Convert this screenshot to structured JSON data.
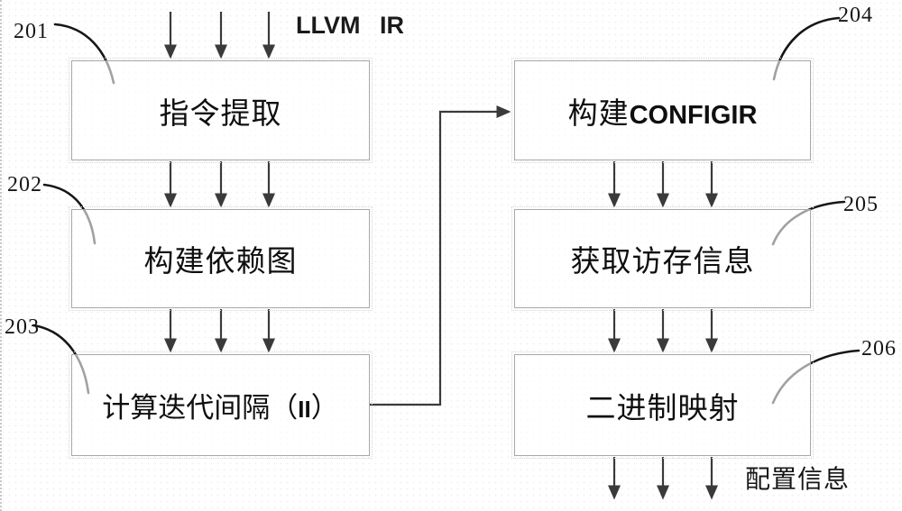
{
  "figure": {
    "input_label": "LLVM IR",
    "output_label": "配置信息",
    "boxes": [
      {
        "ref": "201",
        "label": "指令提取"
      },
      {
        "ref": "202",
        "label": "构建依赖图"
      },
      {
        "ref": "203",
        "label_prefix": "计算迭代间隔（",
        "label_bold": "II",
        "label_suffix": "）"
      },
      {
        "ref": "204",
        "label_prefix": "构建",
        "label_bold": "CONFIGIR",
        "label_suffix": ""
      },
      {
        "ref": "205",
        "label": "获取访存信息"
      },
      {
        "ref": "206",
        "label": "二进制映射"
      }
    ]
  },
  "colors": {
    "background": "#ffffff",
    "line": "#3a3a3a",
    "leader": "#161616",
    "box-border": "#a8a8a8",
    "text": "#0f0f0f"
  }
}
